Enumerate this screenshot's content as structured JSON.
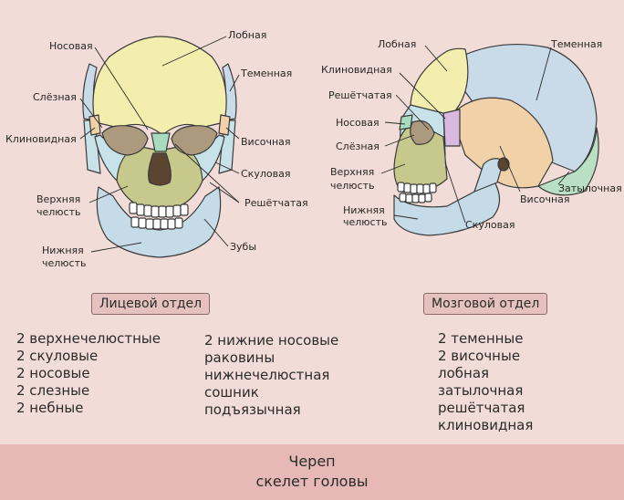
{
  "front_labels": {
    "nasal": "Носовая",
    "frontal": "Лобная",
    "parietal": "Теменная",
    "lacrimal": "Слёзная",
    "sphenoid": "Клиновидная",
    "temporal": "Височная",
    "zygomatic": "Скуловая",
    "maxilla_1": "Верхняя",
    "maxilla_2": "челюсть",
    "ethmoid": "Решётчатая",
    "mandible_1": "Нижняя",
    "mandible_2": "челюсть",
    "teeth": "Зубы"
  },
  "side_labels": {
    "frontal": "Лобная",
    "parietal": "Теменная",
    "sphenoid": "Клиновидная",
    "ethmoid": "Решётчатая",
    "nasal": "Носовая",
    "lacrimal": "Слёзная",
    "maxilla_1": "Верхняя",
    "maxilla_2": "челюсть",
    "mandible_1": "Нижняя",
    "mandible_2": "челюсть",
    "zygomatic": "Скуловая",
    "temporal": "Височная",
    "occipital": "Затылочная"
  },
  "facial_section": {
    "title": "Лицевой отдел",
    "col1": [
      "2 верхнечелюстные",
      "2 скуловые",
      "2 носовые",
      "2 слезные",
      "2 небные"
    ],
    "col2": [
      "2 нижние носовые",
      "раковины",
      "нижнечелюстная",
      "сошник",
      "подъязычная"
    ]
  },
  "cranial_section": {
    "title": "Мозговой отдел",
    "items": [
      "2 теменные",
      "2 височные",
      "лобная",
      "затылочная",
      "решётчатая",
      "клиновидная"
    ]
  },
  "footer": {
    "line1": "Череп",
    "line2": "скелет головы"
  },
  "colors": {
    "background": "#f2dcd8",
    "footer": "#e6b9b6",
    "frontal": "#f3eeae",
    "parietal": "#c9dbe8",
    "temporal": "#f0d1a8",
    "maxilla": "#c6c98b",
    "mandible": "#c5dbe8",
    "zygomatic": "#c8e2ea",
    "occipital": "#b9e0c4",
    "sphenoid": "#d9b9e0",
    "nasal": "#a8dcc0"
  }
}
